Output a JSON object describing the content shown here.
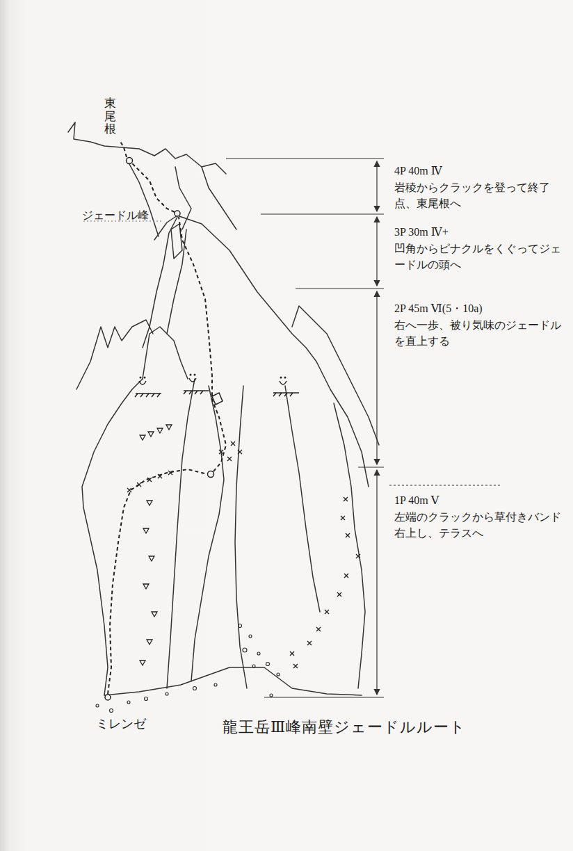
{
  "diagram": {
    "caption": "龍王岳Ⅲ峰南壁ジェードルルート",
    "labels": [
      "東尾根",
      "ジェードル峰",
      "4P 40m Ⅳ",
      "岩稜からクラックを登って終了点、東尾根へ",
      "3P 30m Ⅳ+",
      "凹角からピナクルをくぐってジェードルの頭へ",
      "2P 45m Ⅵ(5・10a)",
      "右へ一歩、被り気味のジェードルを直上する",
      "1P 40m Ⅴ",
      "左端のクラックから草付きバンド右上し、テラスへ",
      "ミレンゼ"
    ]
  }
}
